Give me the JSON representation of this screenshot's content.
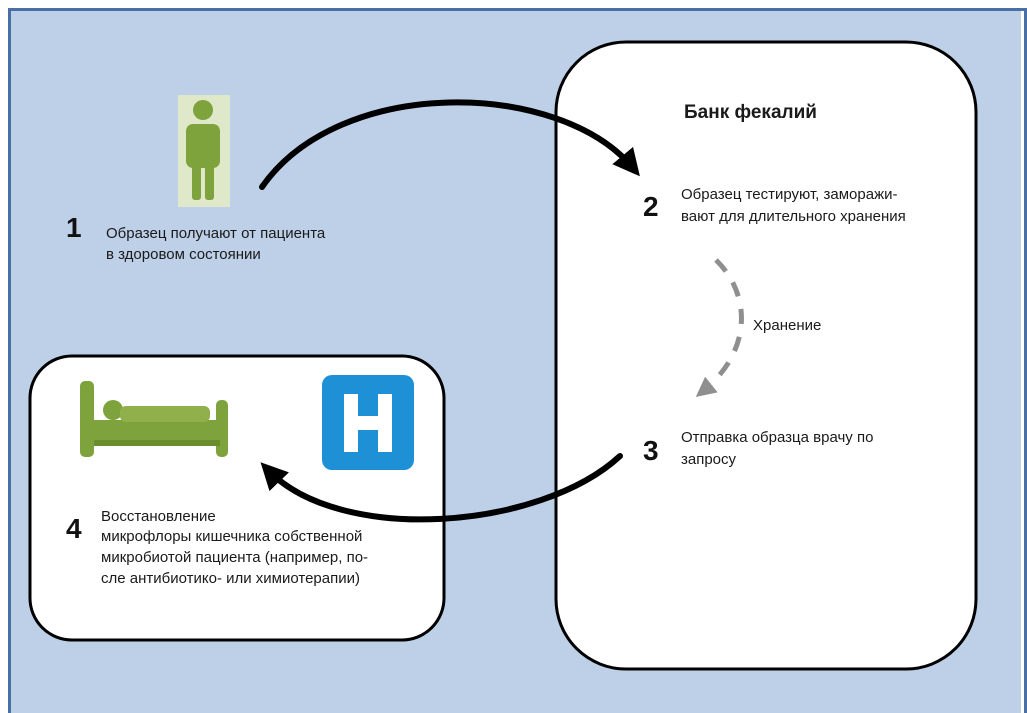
{
  "colors": {
    "background": "#bdd0e8",
    "frame_border": "#4a6fa5",
    "box_fill": "#ffffff",
    "box_stroke": "#000000",
    "icon_green": "#7ea33c",
    "icon_green_light": "#dfe8c8",
    "hospital_blue": "#1e90d6",
    "arrow_dashed": "#8f8f8f"
  },
  "bank": {
    "title": "Банк фекалий"
  },
  "steps": [
    {
      "number": "1",
      "lines": [
        "Образец получают от пациента",
        "в здоровом состоянии"
      ]
    },
    {
      "number": "2",
      "lines": [
        "Образец тестируют, заморажи-",
        "вают для длительного хранения"
      ]
    },
    {
      "number": "3",
      "lines": [
        "Отправка образца врачу по",
        "запросу"
      ]
    },
    {
      "number": "4",
      "lines": [
        "Восстановление",
        "микрофлоры кишечника собственной",
        "микробиотой пациента (например, по-",
        "сле антибиотико- или химиотерапии)"
      ]
    }
  ],
  "storage_label": "Хранение",
  "icons": {
    "person": "person-icon",
    "bed": "hospital-bed-icon",
    "hospital": "hospital-sign-icon",
    "hospital_letter": "H"
  }
}
